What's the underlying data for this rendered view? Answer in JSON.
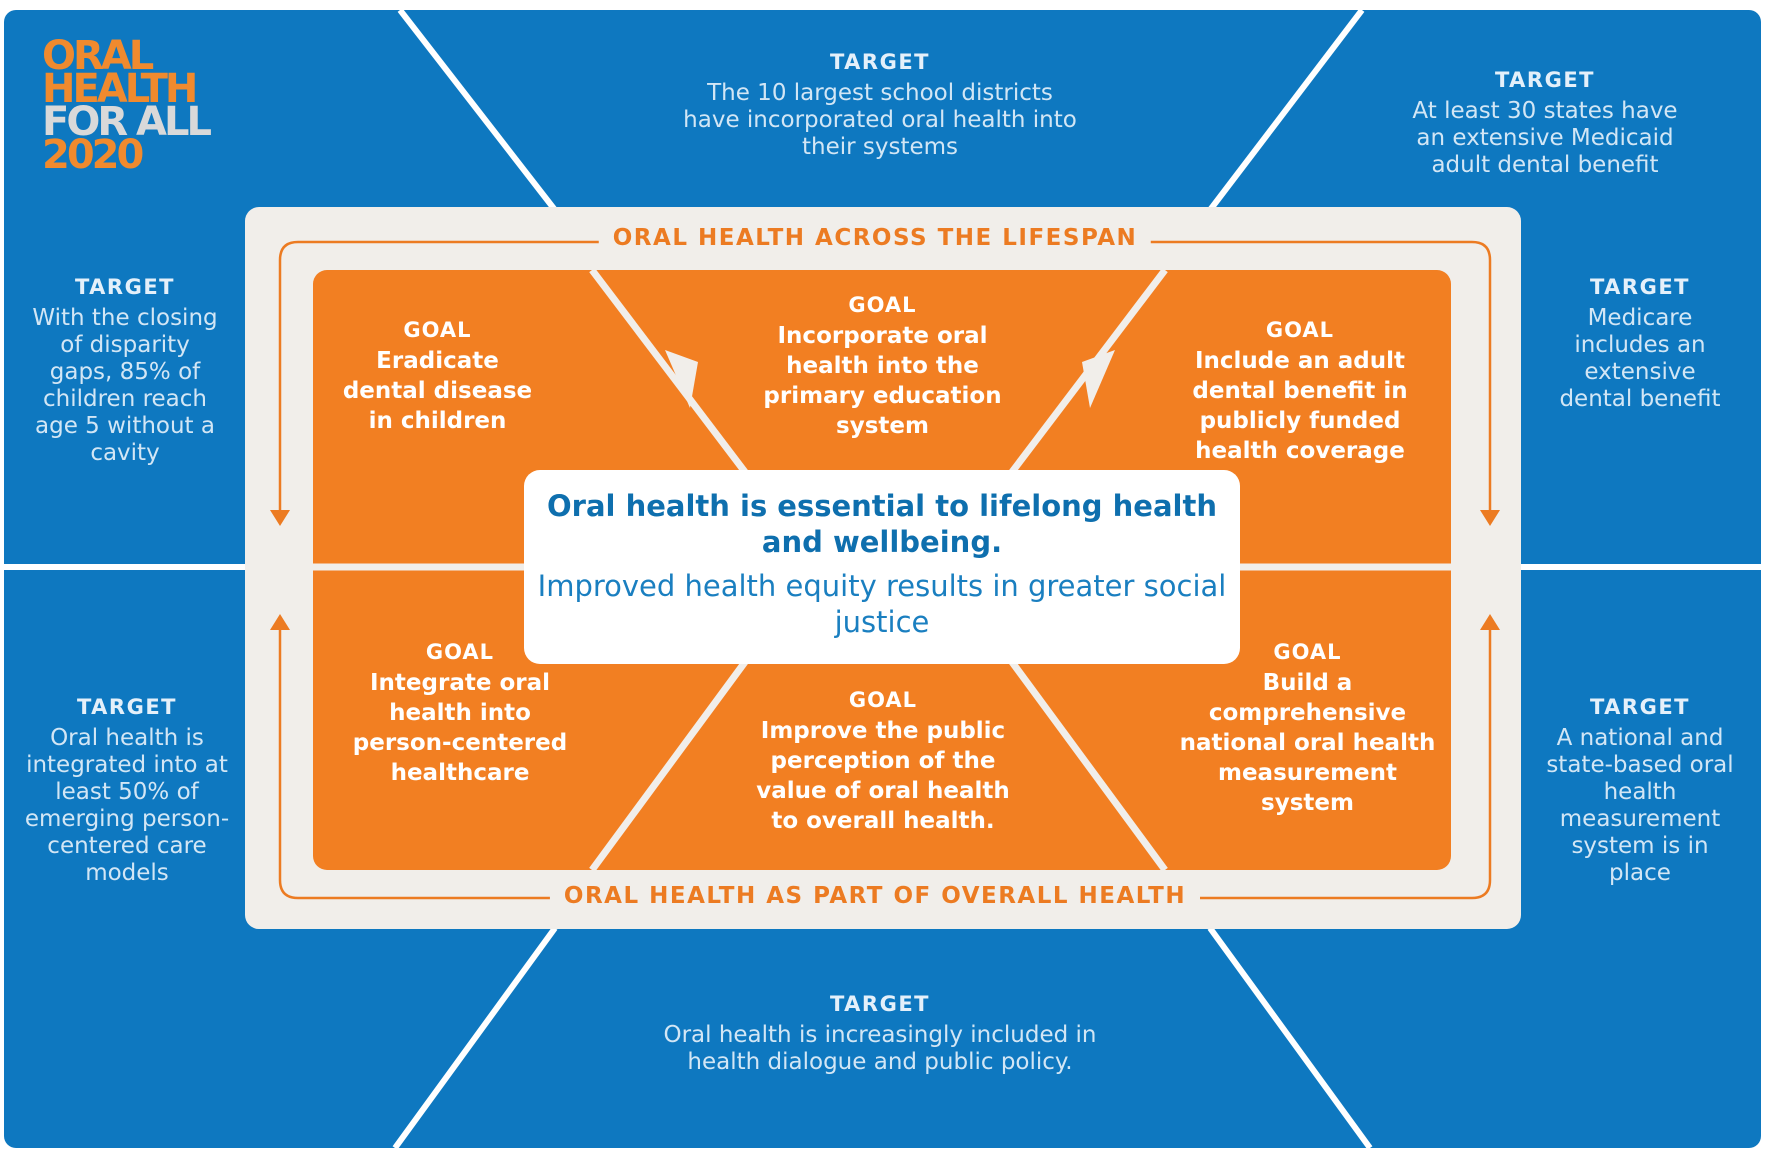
{
  "logo": {
    "line1": "ORAL",
    "line2": "HEALTH",
    "line3": "FOR ALL",
    "line4": "2020"
  },
  "band_top": "ORAL HEALTH ACROSS THE LIFESPAN",
  "band_bottom": "ORAL HEALTH AS PART OF OVERALL HEALTH",
  "center": {
    "statement": "Oral health is essential to lifelong health and wellbeing.",
    "subtext": "Improved health equity results in greater social justice"
  },
  "goals": [
    {
      "label": "GOAL",
      "text": "Eradicate dental disease in children"
    },
    {
      "label": "GOAL",
      "text": "Incorporate oral health into the primary education system"
    },
    {
      "label": "GOAL",
      "text": "Include an adult dental benefit in publicly funded health coverage"
    },
    {
      "label": "GOAL",
      "text": "Integrate oral health into person-centered healthcare"
    },
    {
      "label": "GOAL",
      "text": "Improve the public perception of the value of oral health to overall health."
    },
    {
      "label": "GOAL",
      "text": "Build a comprehensive national oral health measurement system"
    }
  ],
  "targets": [
    {
      "label": "TARGET",
      "text": "The 10 largest school districts have incorporated oral health into their systems"
    },
    {
      "label": "TARGET",
      "text": "At least 30 states have an extensive Medicaid adult dental benefit"
    },
    {
      "label": "TARGET",
      "text": "With the closing of disparity gaps, 85% of children reach age 5 without a cavity"
    },
    {
      "label": "TARGET",
      "text": "Medicare includes an extensive dental benefit"
    },
    {
      "label": "TARGET",
      "text": "Oral health is integrated into at least 50% of emerging person-centered care models"
    },
    {
      "label": "TARGET",
      "text": "A national and state-based oral health measurement system is in place"
    },
    {
      "label": "TARGET",
      "text": "Oral health is increasingly included in health dialogue and public policy."
    }
  ],
  "colors": {
    "blue": "#0e78c0",
    "orange": "#f27f22",
    "frame": "#f1eeea",
    "divider": "#ffffff",
    "band_text": "#ec7b22",
    "center_text": "#0e6fae"
  }
}
